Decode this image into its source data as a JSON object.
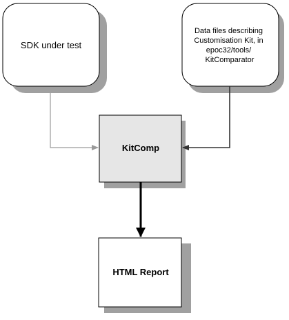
{
  "nodes": {
    "sdk": {
      "label": "SDK under test"
    },
    "datafiles": {
      "lines": [
        "Data files describing",
        "Customisation Kit, in",
        "epoc32/tools/",
        "KitComparator"
      ]
    },
    "kitcomp": {
      "label": "KitComp"
    },
    "report": {
      "label": "HTML Report"
    }
  },
  "colors": {
    "box_border": "#000000",
    "shadow": "#a0a0a0",
    "kitcomp_fill": "#e6e6e6",
    "connector_light": "#9a9a9a",
    "connector_dark": "#333333",
    "arrow_thick": "#000000"
  }
}
